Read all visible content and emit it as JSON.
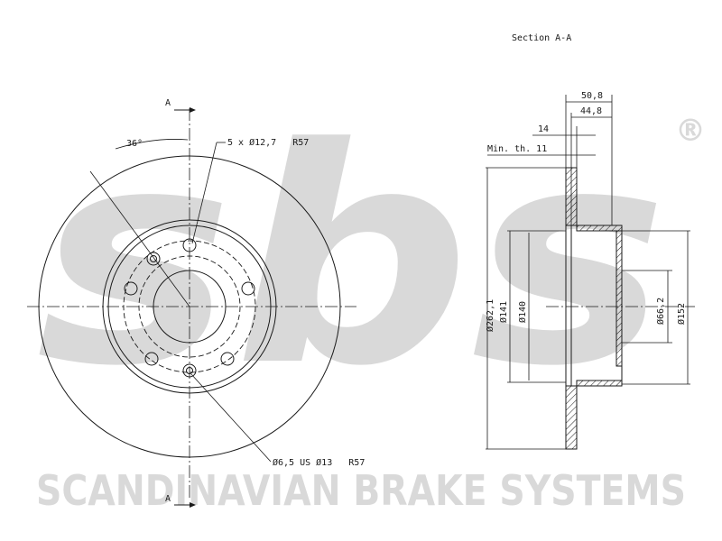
{
  "watermark": {
    "logo_text": "sbs",
    "registered_mark": "®",
    "brand_name": "SCANDINAVIAN BRAKE SYSTEMS",
    "color": "#d9d9d9"
  },
  "section_label": "Section A-A",
  "section_marker": "A",
  "angle_label": "36°",
  "bolt_holes_label": "5 x Ø12,7   R57",
  "small_holes_label": "Ø6,5 US Ø13   R57",
  "dimensions": {
    "overall_width": "50,8",
    "hat_width": "44,8",
    "disc_thickness": "14",
    "min_thickness": "Min. th. 11",
    "outer_diameter": "Ø262,1",
    "diameter_141": "Ø141",
    "diameter_140": "Ø140",
    "center_bore": "Ø66,2",
    "hat_diameter": "Ø152"
  },
  "colors": {
    "line": "#1a1a1a",
    "watermark": "#d9d9d9"
  }
}
